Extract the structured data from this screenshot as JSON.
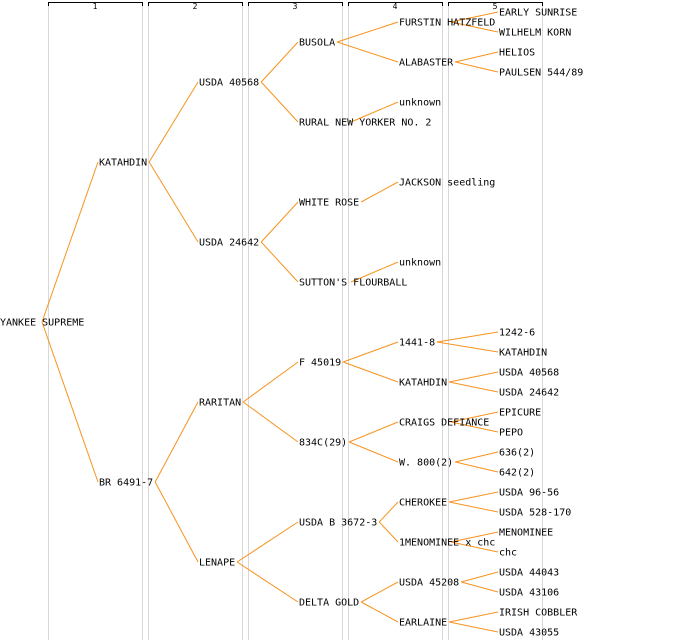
{
  "generation_labels": [
    "1",
    "2",
    "3",
    "4",
    "5"
  ],
  "colors": {
    "edge": "#f7931e",
    "text": "#000000",
    "highlight": "#0000cc",
    "header": "#000000",
    "guide": "#d8d8d8"
  },
  "tree": {
    "label": "YANKEE SUPREME",
    "children": [
      {
        "label": "KATAHDIN",
        "children": [
          {
            "label": "USDA 40568",
            "children": [
              {
                "label": "BUSOLA",
                "children": [
                  {
                    "label": "FURSTIN HATZFELD",
                    "children": [
                      {
                        "label": "EARLY SUNRISE"
                      },
                      {
                        "label": "WILHELM KORN"
                      }
                    ]
                  },
                  {
                    "label": "ALABASTER",
                    "children": [
                      {
                        "label": "HELIOS"
                      },
                      {
                        "label": "PAULSEN 544/89"
                      }
                    ]
                  }
                ]
              },
              {
                "label": "RURAL NEW YORKER NO. 2",
                "children": [
                  {
                    "label": "unknown"
                  }
                ]
              }
            ]
          },
          {
            "label": "USDA 24642",
            "children": [
              {
                "label": "WHITE ROSE",
                "highlight": true,
                "children": [
                  {
                    "label": "JACKSON seedling"
                  }
                ]
              },
              {
                "label": "SUTTON'S FLOURBALL",
                "children": [
                  {
                    "label": "unknown"
                  }
                ]
              }
            ]
          }
        ]
      },
      {
        "label": "BR 6491-7",
        "children": [
          {
            "label": "RARITAN",
            "children": [
              {
                "label": "F 45019",
                "children": [
                  {
                    "label": "1441-8",
                    "children": [
                      {
                        "label": "1242-6"
                      },
                      {
                        "label": "KATAHDIN"
                      }
                    ]
                  },
                  {
                    "label": "KATAHDIN",
                    "children": [
                      {
                        "label": "USDA 40568"
                      },
                      {
                        "label": "USDA 24642"
                      }
                    ]
                  }
                ]
              },
              {
                "label": "834C(29)",
                "children": [
                  {
                    "label": "CRAIGS DEFIANCE",
                    "children": [
                      {
                        "label": "EPICURE"
                      },
                      {
                        "label": "PEPO"
                      }
                    ]
                  },
                  {
                    "label": "W. 800(2)",
                    "children": [
                      {
                        "label": "636(2)"
                      },
                      {
                        "label": "642(2)"
                      }
                    ]
                  }
                ]
              }
            ]
          },
          {
            "label": "LENAPE",
            "children": [
              {
                "label": "USDA B 3672-3",
                "children": [
                  {
                    "label": "CHEROKEE",
                    "children": [
                      {
                        "label": "USDA 96-56"
                      },
                      {
                        "label": "USDA 528-170"
                      }
                    ]
                  },
                  {
                    "label": "1MENOMINEE x chc",
                    "children": [
                      {
                        "label": "MENOMINEE"
                      },
                      {
                        "label": "chc"
                      }
                    ]
                  }
                ]
              },
              {
                "label": "DELTA GOLD",
                "children": [
                  {
                    "label": "USDA 45208",
                    "children": [
                      {
                        "label": "USDA 44043"
                      },
                      {
                        "label": "USDA 43106"
                      }
                    ]
                  },
                  {
                    "label": "EARLAINE",
                    "children": [
                      {
                        "label": "IRISH COBBLER"
                      },
                      {
                        "label": "USDA 43055"
                      }
                    ]
                  }
                ]
              }
            ]
          }
        ]
      }
    ]
  }
}
